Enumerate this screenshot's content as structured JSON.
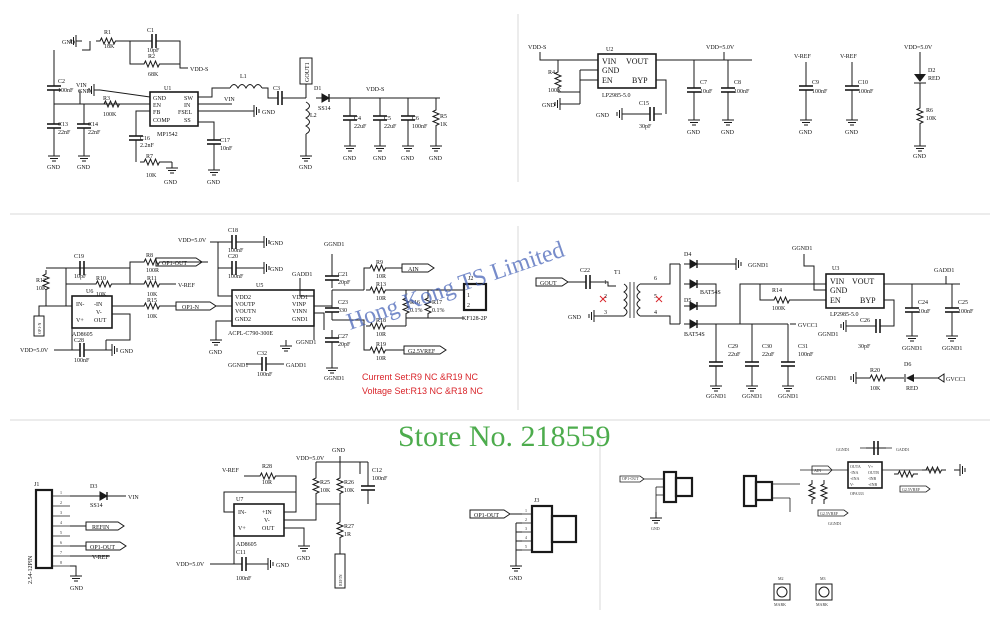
{
  "chips": {
    "u1": {
      "ref": "U1",
      "part": "MP1542",
      "pins_left": [
        "GND",
        "EN",
        "FB",
        "COMP"
      ],
      "pins_right": [
        "SW",
        "IN",
        "FSEL",
        "SS"
      ]
    },
    "u2": {
      "ref": "U2",
      "part": "LP2985-5.0",
      "pins_left": [
        "VIN",
        "GND",
        "EN"
      ],
      "pins_right": [
        "VOUT",
        "BYP"
      ]
    },
    "u3": {
      "ref": "U3",
      "part": "LP2985-5.0",
      "pins_left": [
        "VIN",
        "GND",
        "EN"
      ],
      "pins_right": [
        "VOUT",
        "BYP"
      ]
    },
    "u5": {
      "ref": "U5",
      "part": "ACPL-C790-300E",
      "pins_left": [
        "VDD2",
        "VOUTP",
        "VOUTN",
        "GND2"
      ],
      "pins_right": [
        "VDD1",
        "VINP",
        "VINN",
        "GND1"
      ]
    },
    "u6": {
      "ref": "U6",
      "part": "AD8605",
      "pins": [
        "IN-",
        "V+",
        "-IN",
        "V-",
        "OUT"
      ]
    },
    "u7": {
      "ref": "U7",
      "part": "AD8605",
      "pins": [
        "IN-",
        "+IN",
        "V-",
        "V+",
        "OUT"
      ]
    },
    "u4": {
      "part": "OPA333",
      "pins": [
        "OUTA",
        "V+",
        "-INA",
        "OUTB",
        "+INA",
        "-INB",
        "V-",
        "+INB"
      ]
    }
  },
  "labels": {
    "gnd": "GND",
    "ggnd1": "GGND1",
    "gadd1": "GADD1",
    "gvcc1": "GVCC1",
    "vin": "VIN",
    "vdd_s": "VDD-S",
    "vdd_5v": "VDD=5.0V",
    "v_ref": "V-REF",
    "gout": "GOUT",
    "op1_n": "OP1-N",
    "op1_out": "OP1-OUT",
    "ain": "AIN",
    "g2_5vref": "G2.5VREF",
    "refin": "REFIN",
    "gout1": "GOUT1",
    "red": "RED",
    "bat54s": "BAT54S",
    "ss14": "SS14"
  },
  "components": {
    "r1": {
      "ref": "R1",
      "val": "18K"
    },
    "c1": {
      "ref": "C1",
      "val": "10pF"
    },
    "r2": {
      "ref": "R2",
      "val": "68K"
    },
    "c2": {
      "ref": "C2",
      "val": "100nF"
    },
    "r3": {
      "ref": "R3",
      "val": "100K"
    },
    "c13": {
      "ref": "C13",
      "val": "22nF"
    },
    "c14": {
      "ref": "C14",
      "val": "22nF"
    },
    "c16": {
      "ref": "C16",
      "val": "2.2nF"
    },
    "r7": {
      "ref": "R7",
      "val": "10K"
    },
    "c17": {
      "ref": "C17",
      "val": "10nF"
    },
    "l1": {
      "ref": "L1"
    },
    "c3": {
      "ref": "C3"
    },
    "l2": {
      "ref": "L2"
    },
    "d1": {
      "ref": "D1"
    },
    "c4": {
      "ref": "C4",
      "val": "22uF"
    },
    "c5": {
      "ref": "C5",
      "val": "22uF"
    },
    "c6": {
      "ref": "C6",
      "val": "100nF"
    },
    "r5": {
      "ref": "R5",
      "val": "1K"
    },
    "r4": {
      "ref": "R4",
      "val": "100K"
    },
    "c15": {
      "ref": "C15",
      "val": "30pF"
    },
    "c7": {
      "ref": "C7",
      "val": "10uF"
    },
    "c8": {
      "ref": "C8",
      "val": "100nF"
    },
    "c9": {
      "ref": "C9",
      "val": "100nF"
    },
    "c10": {
      "ref": "C10",
      "val": "100nF"
    },
    "d2": {
      "ref": "D2"
    },
    "r6": {
      "ref": "R6",
      "val": "10K"
    },
    "c18": {
      "ref": "C18",
      "val": "100nF"
    },
    "c20": {
      "ref": "C20",
      "val": "100nF"
    },
    "c19": {
      "ref": "C19",
      "val": "10pF"
    },
    "r8": {
      "ref": "R8",
      "val": "100R"
    },
    "r10": {
      "ref": "R10",
      "val": "10K"
    },
    "r11": {
      "ref": "R11",
      "val": "10K"
    },
    "r12": {
      "ref": "R12",
      "val": "10K"
    },
    "r15": {
      "ref": "R15",
      "val": "10K"
    },
    "c28": {
      "ref": "C28",
      "val": "100nF"
    },
    "c32": {
      "ref": "C32",
      "val": "100nF"
    },
    "c21": {
      "ref": "C21",
      "val": "20pF"
    },
    "c23": {
      "ref": "C23",
      "val": "330"
    },
    "c27": {
      "ref": "C27",
      "val": "20pF"
    },
    "r9": {
      "ref": "R9",
      "val": "10R"
    },
    "r13": {
      "ref": "R13",
      "val": "10R"
    },
    "r16": {
      "ref": "R16",
      "val": "0.1%"
    },
    "r17": {
      "ref": "R17",
      "val": "0.1%"
    },
    "r18": {
      "ref": "R18",
      "val": "10R"
    },
    "r19": {
      "ref": "R19",
      "val": "10R"
    },
    "j2": {
      "ref": "J2",
      "part": "KF128-2P"
    },
    "c22": {
      "ref": "C22"
    },
    "t1": {
      "ref": "T1"
    },
    "d4": {
      "ref": "D4"
    },
    "d5": {
      "ref": "D5"
    },
    "r14": {
      "ref": "R14",
      "val": "100K"
    },
    "c29": {
      "ref": "C29",
      "val": "22uF"
    },
    "c30": {
      "ref": "C30",
      "val": "22uF"
    },
    "c31": {
      "ref": "C31",
      "val": "100nF"
    },
    "c26": {
      "ref": "C26",
      "val": "30pF"
    },
    "c24": {
      "ref": "C24",
      "val": "10uF"
    },
    "c25": {
      "ref": "C25",
      "val": "100nF"
    },
    "r20": {
      "ref": "R20",
      "val": "10K"
    },
    "d6": {
      "ref": "D6"
    },
    "j1": {
      "ref": "J1",
      "part": "2.54-12PIN"
    },
    "d3": {
      "ref": "D3"
    },
    "r28": {
      "ref": "R28",
      "val": "10R"
    },
    "r25": {
      "ref": "R25",
      "val": "10K"
    },
    "r26": {
      "ref": "R26",
      "val": "10K"
    },
    "c12": {
      "ref": "C12",
      "val": "100nF"
    },
    "r27": {
      "ref": "R27",
      "val": "1R"
    },
    "c11": {
      "ref": "C11",
      "val": "100nF"
    },
    "j3": {
      "ref": "J3"
    },
    "m2": {
      "ref": "M2",
      "val": "MARK"
    },
    "m3": {
      "ref": "M3",
      "val": "MARK"
    }
  },
  "notes": {
    "current_set": "Current Set:R9 NC &R19 NC",
    "voltage_set": "Voltage Set:R13 NC &R18 NC"
  },
  "watermarks": {
    "store_no": "Store No. 218559",
    "company": "Hong Kong TS Limited"
  }
}
